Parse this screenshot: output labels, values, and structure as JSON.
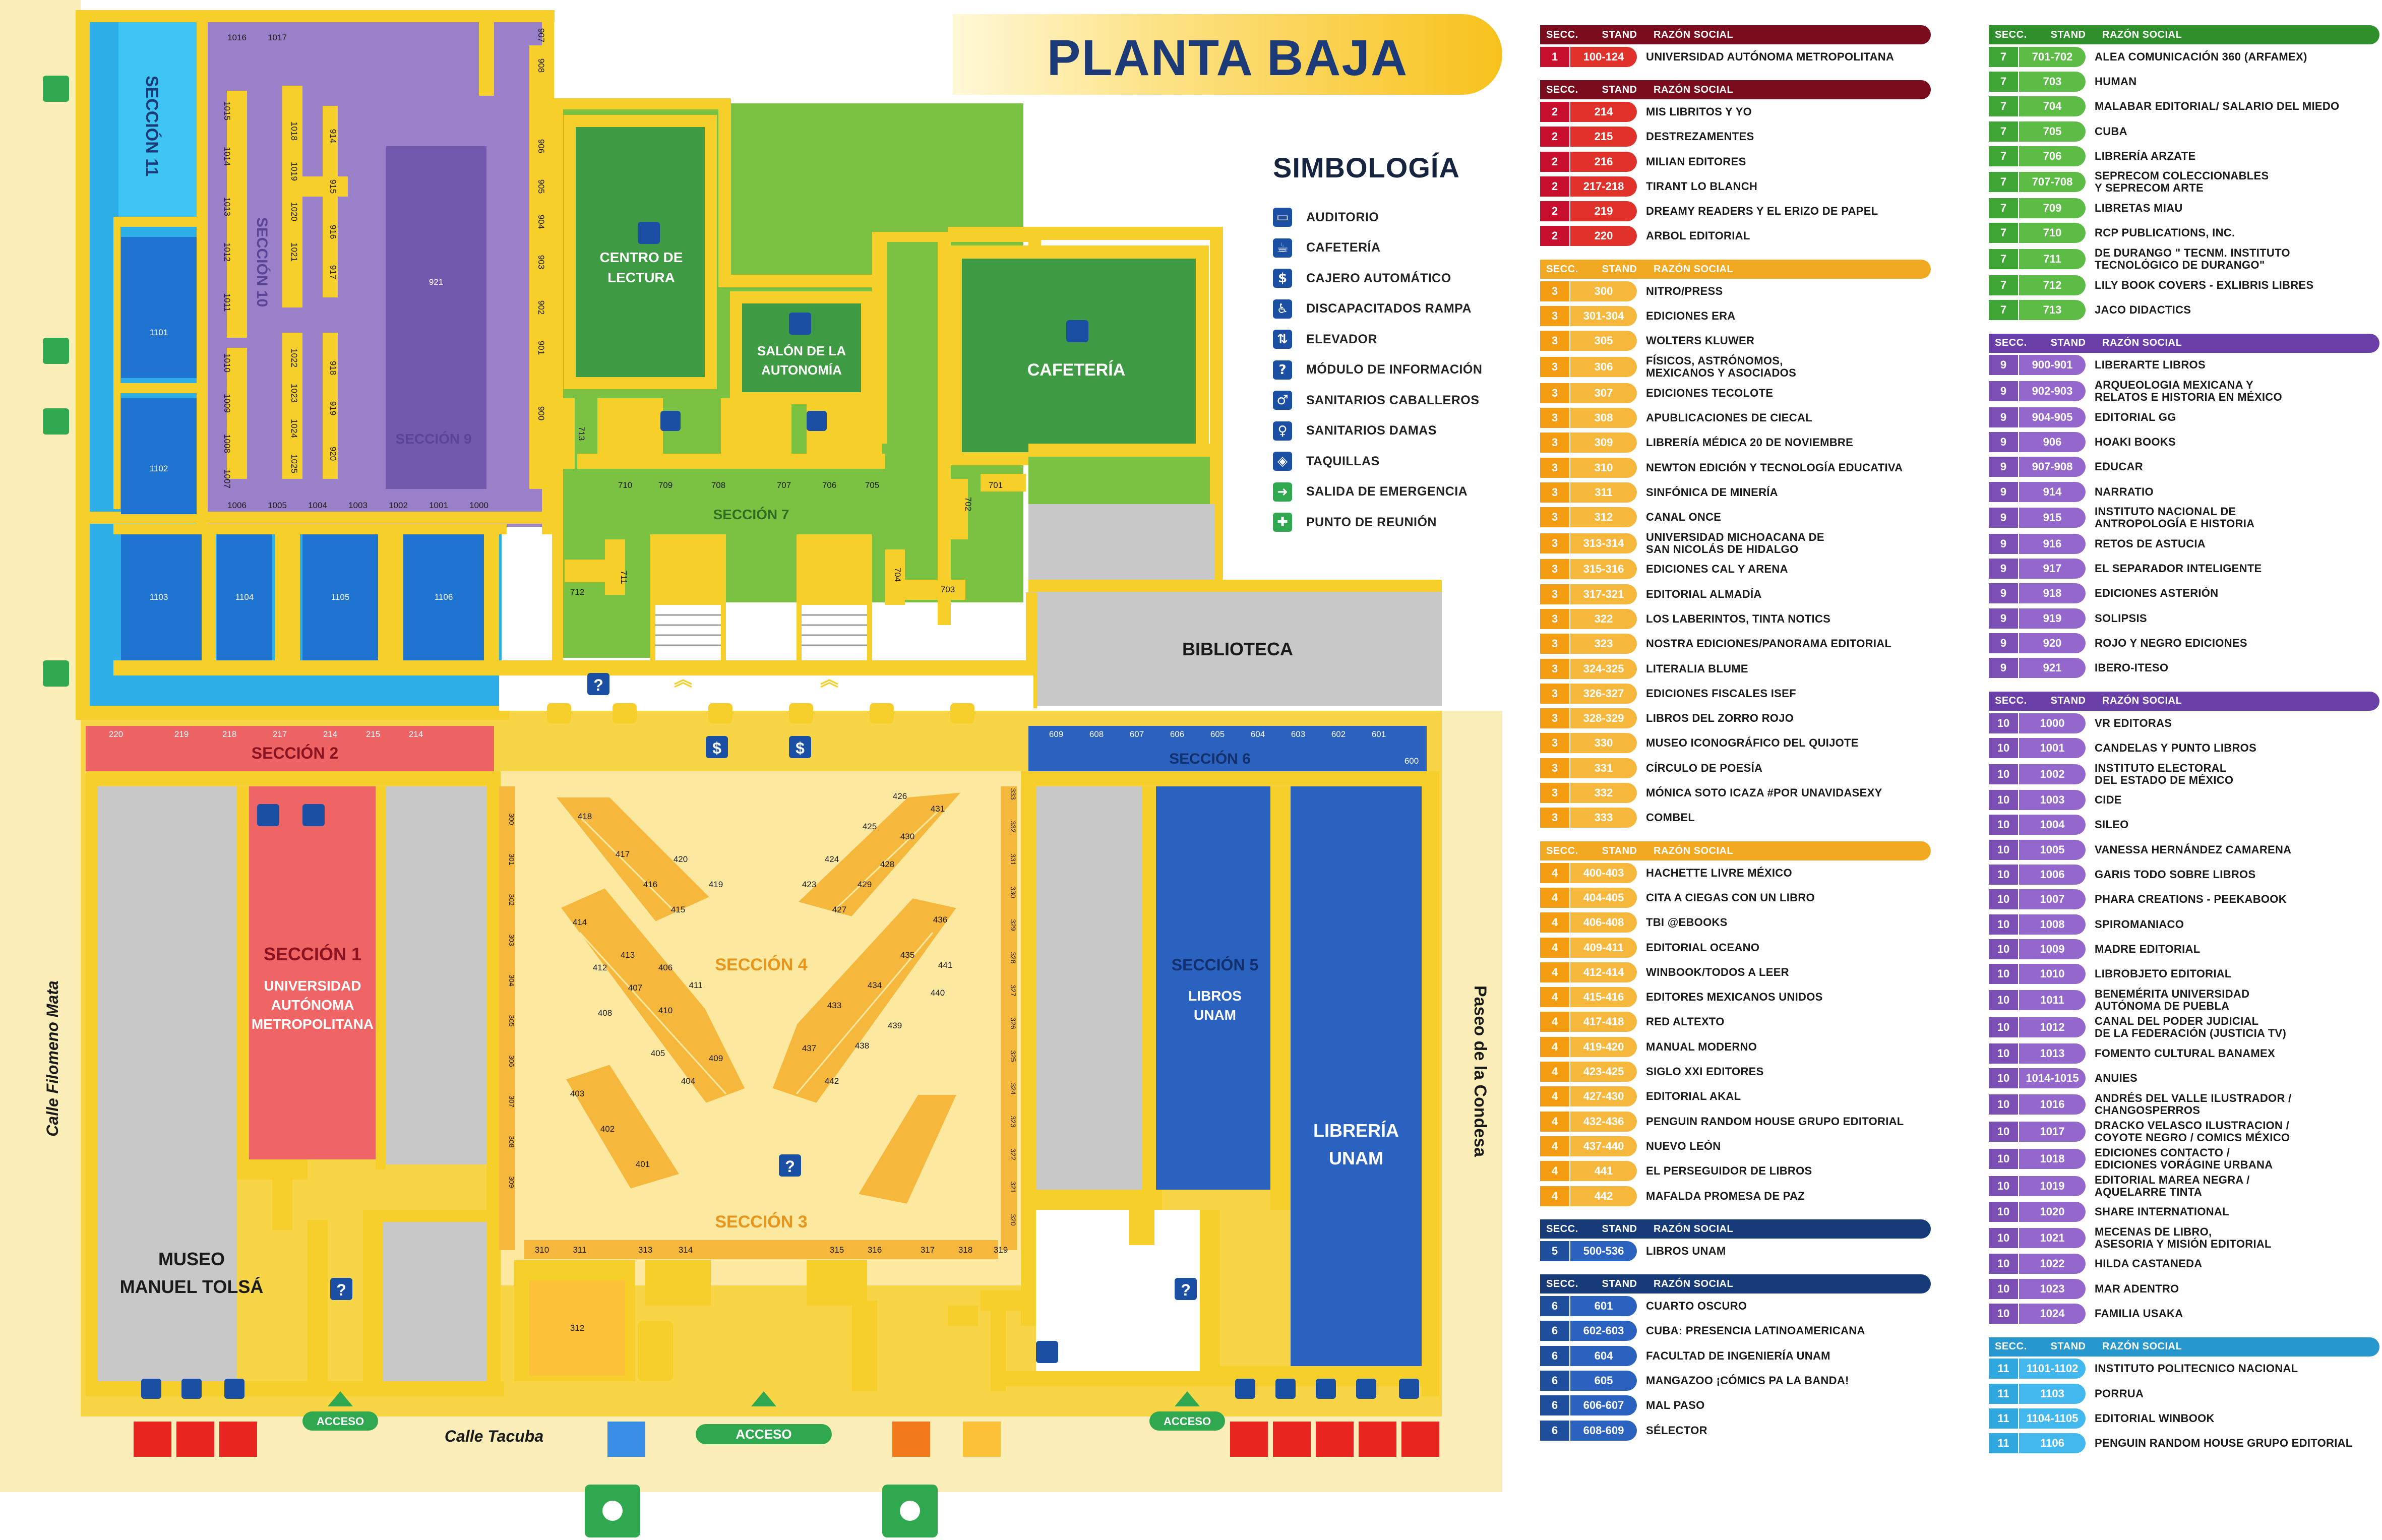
{
  "header": {
    "title": "PLANTA BAJA"
  },
  "legend": {
    "title": "SIMBOLOGÍA",
    "items": [
      {
        "label": "AUDITORIO",
        "icon": "auditorium-icon",
        "glyph": "▭"
      },
      {
        "label": "CAFETERÍA",
        "icon": "coffee-icon",
        "glyph": "☕"
      },
      {
        "label": "CAJERO AUTOMÁTICO",
        "icon": "atm-icon",
        "glyph": "$"
      },
      {
        "label": "DISCAPACITADOS RAMPA",
        "icon": "wheelchair-icon",
        "glyph": "♿"
      },
      {
        "label": "ELEVADOR",
        "icon": "elevator-icon",
        "glyph": "⇅"
      },
      {
        "label": "MÓDULO DE INFORMACIÓN",
        "icon": "info-icon",
        "glyph": "?"
      },
      {
        "label": "SANITARIOS CABALLEROS",
        "icon": "mens-restroom-icon",
        "glyph": "♂"
      },
      {
        "label": "SANITARIOS DAMAS",
        "icon": "womens-restroom-icon",
        "glyph": "♀"
      },
      {
        "label": "TAQUILLAS",
        "icon": "ticket-icon",
        "glyph": "◈"
      },
      {
        "label": "SALIDA DE EMERGENCIA",
        "icon": "emergency-exit-icon",
        "glyph": "➜",
        "green": true
      },
      {
        "label": "PUNTO DE REUNIÓN",
        "icon": "meeting-point-icon",
        "glyph": "✚",
        "green": true
      }
    ]
  },
  "map": {
    "labels": {
      "sec11": "SECCIÓN 11",
      "sec10": "SECCIÓN 10",
      "sec9": "SECCIÓN 9",
      "sec7": "SECCIÓN 7",
      "sec2": "SECCIÓN 2",
      "sec1": "SECCIÓN 1",
      "sec1_sub1": "UNIVERSIDAD",
      "sec1_sub2": "AUTÓNOMA",
      "sec1_sub3": "METROPOLITANA",
      "sec4": "SECCIÓN 4",
      "sec3": "SECCIÓN 3",
      "sec5": "SECCIÓN 5",
      "sec5_sub1": "LIBROS",
      "sec5_sub2": "UNAM",
      "sec6": "SECCIÓN 6",
      "lib1": "LIBRERÍA",
      "lib2": "UNAM",
      "museo1": "MUSEO",
      "museo2": "MANUEL TOLSÁ",
      "centro1": "CENTRO DE",
      "centro2": "LECTURA",
      "salon1": "SALÓN DE LA",
      "salon2": "AUTONOMÍA",
      "cafe": "CAFETERÍA",
      "biblio": "BIBLIOTECA",
      "street_w": "Calle Filomeno Mata",
      "street_s": "Calle Tacuba",
      "street_e": "Paseo de la Condesa",
      "acceso": "ACCESO"
    },
    "stands": {
      "s11": [
        "1101",
        "1102",
        "1103",
        "1104",
        "1105",
        "1106"
      ],
      "s10_top": [
        "1016",
        "1017"
      ],
      "s10_col": [
        "1015",
        "1014",
        "1013",
        "1012",
        "1011",
        "1010",
        "1009",
        "1008",
        "1007"
      ],
      "s10_mid_a": [
        "1018",
        "1019",
        "1020",
        "1021"
      ],
      "s10_mid_b": [
        "914",
        "915",
        "916",
        "917"
      ],
      "s10_mid_c": [
        "1022",
        "1023",
        "1024",
        "1025"
      ],
      "s10_mid_d": [
        "918",
        "919",
        "920"
      ],
      "s10_bottom": [
        "1006",
        "1005",
        "1004",
        "1003",
        "1002",
        "1001",
        "1000"
      ],
      "s9_big": "921",
      "s9_right": [
        "907",
        "908",
        "906",
        "905",
        "904",
        "903",
        "902",
        "901",
        "900"
      ],
      "s2": [
        "220",
        "219",
        "218",
        "217",
        "214",
        "215",
        "214"
      ],
      "s7_top": [
        "710",
        "709",
        "708",
        "707",
        "706",
        "705"
      ],
      "s7_other": [
        "713",
        "711",
        "712",
        "704",
        "703",
        "702",
        "701"
      ],
      "s6": [
        "609",
        "608",
        "607",
        "606",
        "605",
        "604",
        "603",
        "602",
        "601",
        "600"
      ],
      "s4_left": [
        "418",
        "417",
        "420",
        "416",
        "419",
        "415",
        "414",
        "413",
        "412",
        "406",
        "407",
        "411",
        "410",
        "408",
        "405",
        "409",
        "404",
        "403",
        "402",
        "401"
      ],
      "s4_right": [
        "426",
        "431",
        "425",
        "430",
        "424",
        "429",
        "423",
        "428",
        "427",
        "436",
        "441",
        "435",
        "440",
        "434",
        "439",
        "433",
        "438",
        "437",
        "442"
      ],
      "s3_col_l": [
        "300",
        "301",
        "302",
        "303",
        "304",
        "305",
        "306",
        "307",
        "308",
        "309"
      ],
      "s3_col_r": [
        "333",
        "332",
        "331",
        "330",
        "329",
        "328",
        "327",
        "326",
        "325",
        "324",
        "323",
        "322",
        "321",
        "320"
      ],
      "s3_bottom": [
        "310",
        "311",
        "313",
        "314",
        "315",
        "316",
        "317",
        "318",
        "319"
      ],
      "s3_big": "312"
    }
  },
  "directory": {
    "head": {
      "sec": "SECC.",
      "stand": "STAND",
      "razon": "RAZÓN SOCIAL"
    },
    "colors": {
      "1": "#c8102e",
      "2": "#c8102e",
      "3": "#f39c12",
      "4": "#f39c12",
      "5": "#1f4e9c",
      "6": "#1f4e9c",
      "7": "#3fa535",
      "9": "#7b4fb4",
      "10": "#7b4fb4",
      "11": "#2fa8df"
    },
    "head_colors": {
      "1": "#7a0c1d",
      "2": "#7a0c1d",
      "3": "#f2a922",
      "4": "#f2a922",
      "5": "#173a78",
      "6": "#173a78",
      "7": "#2f8f2a",
      "9": "#6a3fa8",
      "10": "#6a3fa8",
      "11": "#2797cf"
    },
    "stand_colors": {
      "1": "#e0322b",
      "2": "#e0322b",
      "3": "#f6b83c",
      "4": "#f6b83c",
      "5": "#2b62c0",
      "6": "#2b62c0",
      "7": "#5cbc46",
      "9": "#9467cc",
      "10": "#9467cc",
      "11": "#42b8ee"
    },
    "groups": [
      {
        "sec": "1",
        "col": 0,
        "rows": [
          [
            "100-124",
            "UNIVERSIDAD AUTÓNOMA METROPOLITANA"
          ]
        ]
      },
      {
        "sec": "2",
        "col": 0,
        "rows": [
          [
            "214",
            "MIS LIBRITOS Y YO"
          ],
          [
            "215",
            "DESTREZAMENTES"
          ],
          [
            "216",
            "MILIAN EDITORES"
          ],
          [
            "217-218",
            "TIRANT LO BLANCH"
          ],
          [
            "219",
            "DREAMY READERS Y EL ERIZO DE PAPEL"
          ],
          [
            "220",
            "ARBOL EDITORIAL"
          ]
        ]
      },
      {
        "sec": "3",
        "col": 0,
        "rows": [
          [
            "300",
            "NITRO/PRESS"
          ],
          [
            "301-304",
            "EDICIONES ERA"
          ],
          [
            "305",
            "WOLTERS KLUWER"
          ],
          [
            "306",
            "FÍSICOS, ASTRÓNOMOS,\nMEXICANOS Y ASOCIADOS"
          ],
          [
            "307",
            "EDICIONES TECOLOTE"
          ],
          [
            "308",
            "APUBLICACIONES DE CIECAL"
          ],
          [
            "309",
            "LIBRERÍA MÉDICA 20 DE NOVIEMBRE"
          ],
          [
            "310",
            "NEWTON EDICIÓN Y TECNOLOGÍA EDUCATIVA"
          ],
          [
            "311",
            "SINFÓNICA DE MINERÍA"
          ],
          [
            "312",
            "CANAL ONCE"
          ],
          [
            "313-314",
            "UNIVERSIDAD MICHOACANA DE\nSAN NICOLÁS DE HIDALGO"
          ],
          [
            "315-316",
            "EDICIONES CAL Y ARENA"
          ],
          [
            "317-321",
            "EDITORIAL ALMADÍA"
          ],
          [
            "322",
            "LOS LABERINTOS, TINTA NOTICS"
          ],
          [
            "323",
            "NOSTRA EDICIONES/PANORAMA EDITORIAL"
          ],
          [
            "324-325",
            "LITERALIA BLUME"
          ],
          [
            "326-327",
            "EDICIONES FISCALES ISEF"
          ],
          [
            "328-329",
            "LIBROS DEL ZORRO ROJO"
          ],
          [
            "330",
            "MUSEO ICONOGRÁFICO DEL QUIJOTE"
          ],
          [
            "331",
            "CÍRCULO DE POESÍA"
          ],
          [
            "332",
            "MÓNICA SOTO ICAZA #POR UNAVIDASEXY"
          ],
          [
            "333",
            "COMBEL"
          ]
        ]
      },
      {
        "sec": "4",
        "col": 0,
        "rows": [
          [
            "400-403",
            "HACHETTE LIVRE MÉXICO"
          ],
          [
            "404-405",
            "CITA A CIEGAS CON UN LIBRO"
          ],
          [
            "406-408",
            "TBI @EBOOKS"
          ],
          [
            "409-411",
            "EDITORIAL OCEANO"
          ],
          [
            "412-414",
            "WINBOOK/TODOS A LEER"
          ],
          [
            "415-416",
            "EDITORES MEXICANOS UNIDOS"
          ],
          [
            "417-418",
            "RED ALTEXTO"
          ],
          [
            "419-420",
            "MANUAL MODERNO"
          ],
          [
            "423-425",
            "SIGLO XXI EDITORES"
          ],
          [
            "427-430",
            "EDITORIAL AKAL"
          ],
          [
            "432-436",
            "PENGUIN RANDOM HOUSE GRUPO EDITORIAL"
          ],
          [
            "437-440",
            "NUEVO LEÓN"
          ],
          [
            "441",
            "EL PERSEGUIDOR DE LIBROS"
          ],
          [
            "442",
            "MAFALDA PROMESA DE PAZ"
          ]
        ]
      },
      {
        "sec": "5",
        "col": 0,
        "rows": [
          [
            "500-536",
            "LIBROS UNAM"
          ]
        ]
      },
      {
        "sec": "6",
        "col": 0,
        "rows": [
          [
            "601",
            "CUARTO OSCURO"
          ],
          [
            "602-603",
            "CUBA: PRESENCIA LATINOAMERICANA"
          ],
          [
            "604",
            "FACULTAD DE INGENIERÍA UNAM"
          ],
          [
            "605",
            "MANGAZOO ¡CÓMICS PA LA BANDA!"
          ],
          [
            "606-607",
            "MAL PASO"
          ],
          [
            "608-609",
            "SÉLECTOR"
          ]
        ]
      },
      {
        "sec": "7",
        "col": 1,
        "rows": [
          [
            "701-702",
            "ALEA COMUNICACIÓN 360  (ARFAMEX)"
          ],
          [
            "703",
            "HUMAN"
          ],
          [
            "704",
            "MALABAR EDITORIAL/ SALARIO DEL MIEDO"
          ],
          [
            "705",
            "CUBA"
          ],
          [
            "706",
            "LIBRERÍA ARZATE"
          ],
          [
            "707-708",
            "SEPRECOM COLECCIONABLES\nY SEPRECOM ARTE"
          ],
          [
            "709",
            "LIBRETAS MIAU"
          ],
          [
            "710",
            "RCP PUBLICATIONS, INC."
          ],
          [
            "711",
            "DE DURANGO \" TECNM. INSTITUTO\nTECNOLÓGICO DE DURANGO\""
          ],
          [
            "712",
            "LILY BOOK COVERS - EXLIBRIS LIBRES"
          ],
          [
            "713",
            "JACO DIDACTICS"
          ]
        ]
      },
      {
        "sec": "9",
        "col": 1,
        "rows": [
          [
            "900-901",
            "LIBERARTE LIBROS"
          ],
          [
            "902-903",
            "ARQUEOLOGIA MEXICANA Y\nRELATOS E HISTORIA EN MÉXICO"
          ],
          [
            "904-905",
            "EDITORIAL GG"
          ],
          [
            "906",
            "HOAKI BOOKS"
          ],
          [
            "907-908",
            "EDUCAR"
          ],
          [
            "914",
            "NARRATIO"
          ],
          [
            "915",
            "INSTITUTO NACIONAL DE\nANTROPOLOGÍA E HISTORIA"
          ],
          [
            "916",
            "RETOS DE ASTUCIA"
          ],
          [
            "917",
            "EL SEPARADOR INTELIGENTE"
          ],
          [
            "918",
            "EDICIONES ASTERIÓN"
          ],
          [
            "919",
            "SOLIPSIS"
          ],
          [
            "920",
            "ROJO Y NEGRO EDICIONES"
          ],
          [
            "921",
            "IBERO-ITESO"
          ]
        ]
      },
      {
        "sec": "10",
        "col": 1,
        "rows": [
          [
            "1000",
            "VR EDITORAS"
          ],
          [
            "1001",
            "CANDELAS Y PUNTO LIBROS"
          ],
          [
            "1002",
            "INSTITUTO ELECTORAL\nDEL ESTADO DE MÉXICO"
          ],
          [
            "1003",
            "CIDE"
          ],
          [
            "1004",
            "SILEO"
          ],
          [
            "1005",
            "VANESSA HERNÁNDEZ CAMARENA"
          ],
          [
            "1006",
            "GARIS TODO SOBRE LIBROS"
          ],
          [
            "1007",
            "PHARA CREATIONS - PEEKABOOK"
          ],
          [
            "1008",
            "SPIROMANIACO"
          ],
          [
            "1009",
            "MADRE EDITORIAL"
          ],
          [
            "1010",
            "LIBROBJETO EDITORIAL"
          ],
          [
            "1011",
            "BENEMÉRITA UNIVERSIDAD\nAUTÓNOMA DE PUEBLA"
          ],
          [
            "1012",
            "CANAL DEL PODER JUDICIAL\nDE LA FEDERACIÓN (JUSTICIA TV)"
          ],
          [
            "1013",
            "FOMENTO CULTURAL BANAMEX"
          ],
          [
            "1014-1015",
            "ANUIES"
          ],
          [
            "1016",
            "ANDRÉS DEL VALLE ILUSTRADOR /\nCHANGOSPERROS"
          ],
          [
            "1017",
            "DRACKO VELASCO ILUSTRACION /\nCOYOTE NEGRO / COMICS MÉXICO"
          ],
          [
            "1018",
            "EDICIONES CONTACTO /\nEDICIONES VORÁGINE URBANA"
          ],
          [
            "1019",
            "EDITORIAL MAREA NEGRA /\nAQUELARRE TINTA"
          ],
          [
            "1020",
            "SHARE INTERNATIONAL"
          ],
          [
            "1021",
            "MECENAS DE LIBRO,\nASESORIA Y MISIÓN EDITORIAL"
          ],
          [
            "1022",
            "HILDA CASTANEDA"
          ],
          [
            "1023",
            "MAR ADENTRO"
          ],
          [
            "1024",
            "FAMILIA USAKA"
          ]
        ]
      },
      {
        "sec": "11",
        "col": 1,
        "rows": [
          [
            "1101-1102",
            "INSTITUTO POLITECNICO NACIONAL"
          ],
          [
            "1103",
            "PORRUA"
          ],
          [
            "1104-1105",
            "EDITORIAL WINBOOK"
          ],
          [
            "1106",
            "PENGUIN RANDOM HOUSE GRUPO EDITORIAL"
          ]
        ]
      }
    ]
  }
}
